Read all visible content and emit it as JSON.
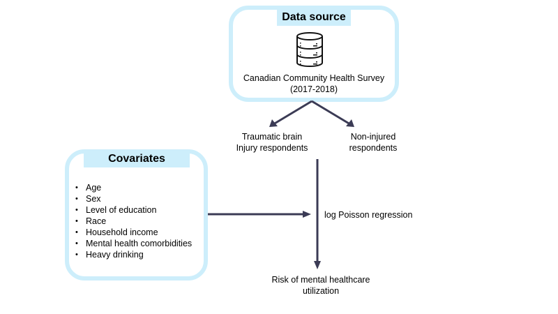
{
  "data_source": {
    "title": "Data source",
    "icon": "database-icon",
    "survey_line1": "Canadian Community  Health  Survey",
    "survey_line2": "(2017-2018)"
  },
  "groups": {
    "tbi_line1": "Traumatic brain",
    "tbi_line2": "Injury  respondents",
    "non_line1": "Non-injured",
    "non_line2": "respondents"
  },
  "covariates": {
    "title": "Covariates",
    "items": [
      "Age",
      "Sex",
      "Level of education",
      "Race",
      "Household income",
      "Mental health comorbidities",
      "Heavy drinking"
    ]
  },
  "method": {
    "label": "log Poisson regression"
  },
  "outcome": {
    "line1": "Risk of mental  healthcare",
    "line2": "utilization"
  },
  "colors": {
    "box_border": "#cdeefb",
    "arrow": "#3b3b55"
  }
}
